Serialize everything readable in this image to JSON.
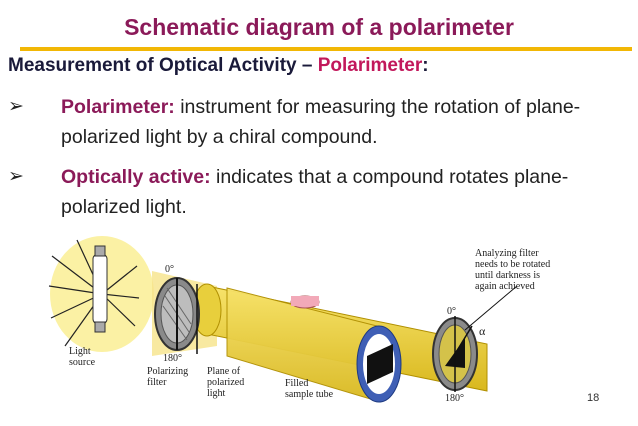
{
  "slide": {
    "title": "Schematic diagram of a polarimeter",
    "subhead_prefix": "Measurement of Optical Activity – ",
    "subhead_accent": "Polarimeter",
    "subhead_suffix": ":",
    "bullets": [
      {
        "term": "Polarimeter:",
        "text": " instrument for measuring the rotation of plane-polarized light by a chiral compound."
      },
      {
        "term": "Optically active:",
        "text": " indicates that a compound rotates plane-polarized light."
      }
    ],
    "page_number": "18"
  },
  "figure": {
    "labels": {
      "light_source": [
        "Light",
        "source"
      ],
      "polarizing_filter": [
        "Polarizing",
        "filter"
      ],
      "plane": [
        "Plane of",
        "polarized",
        "light"
      ],
      "sample_tube": [
        "Filled",
        "sample tube"
      ],
      "analyzing": [
        "Analyzing filter",
        "needs to be rotated",
        "until darkness is",
        "again achieved"
      ],
      "deg0_left": "0°",
      "deg180_left": "180°",
      "deg0_right": "0°",
      "deg180_right": "180°",
      "alpha": "α"
    },
    "colors": {
      "beam": "#f3d94a",
      "beam_edge": "#c9a400",
      "tube": "#3f5fb5",
      "filter_gray": "#8a8a8a",
      "title": "#8b1a59",
      "rule": "#f2b705"
    }
  }
}
